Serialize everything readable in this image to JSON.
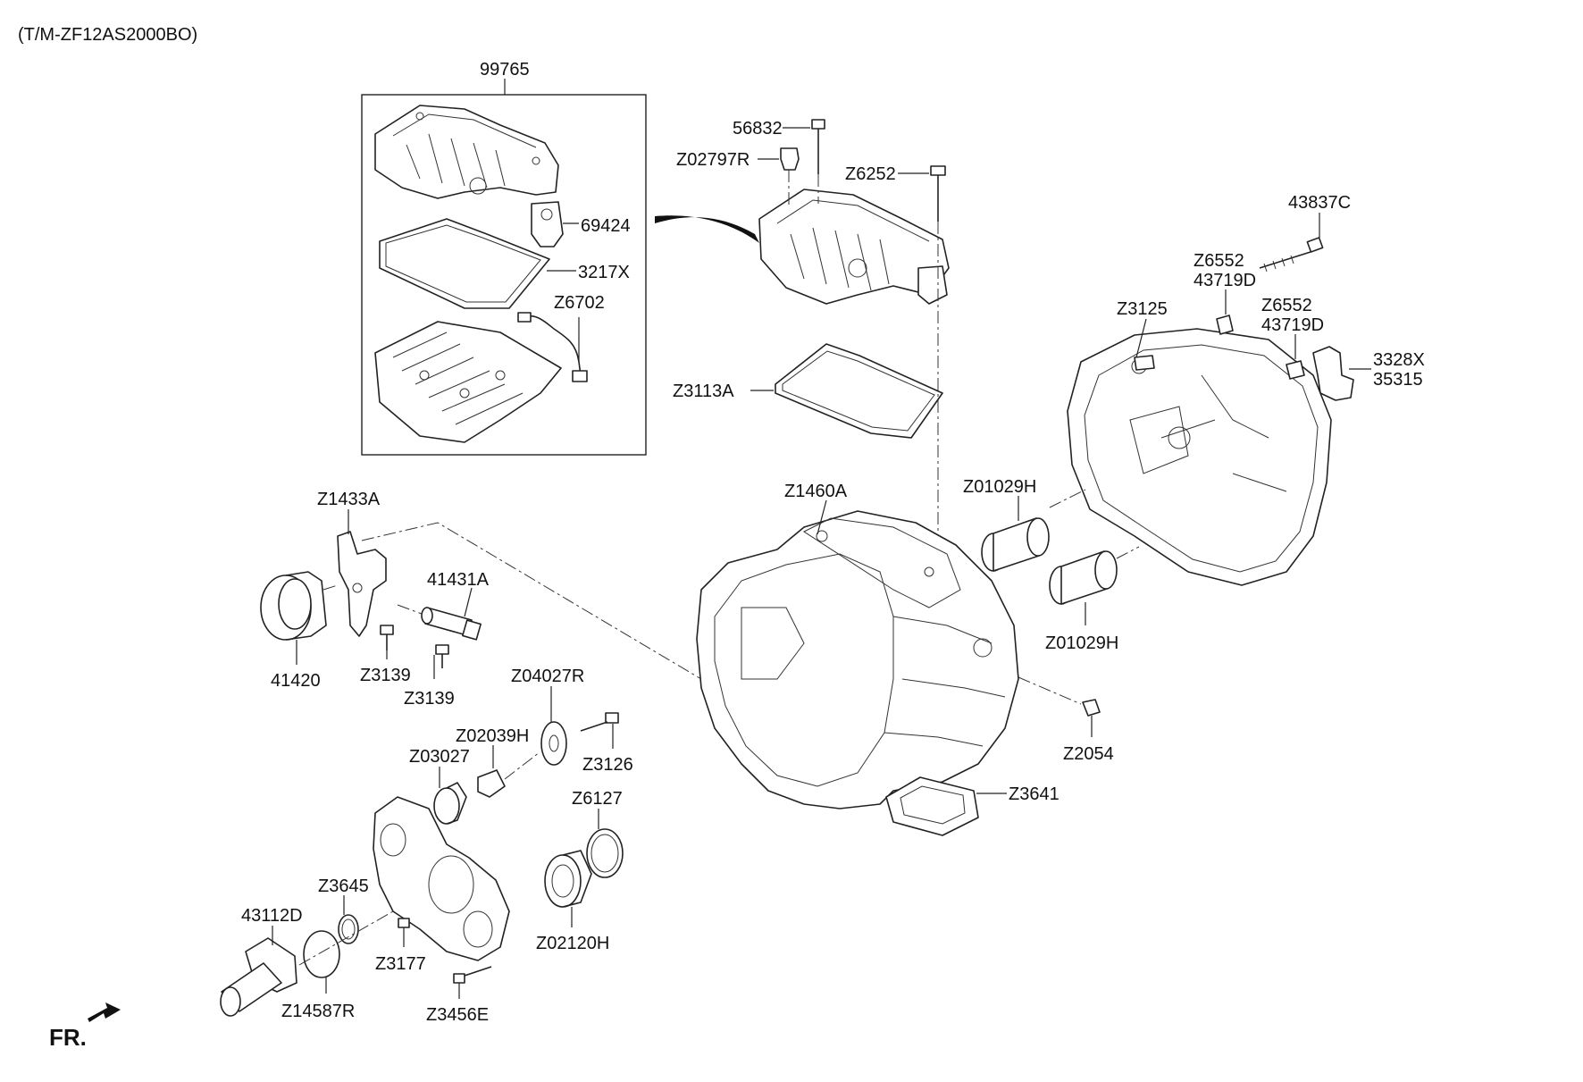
{
  "header": {
    "model_code": "(T/M-ZF12AS2000BO)"
  },
  "direction_marker": {
    "label": "FR."
  },
  "callouts": {
    "c99765": "99765",
    "c69424": "69424",
    "c3217X": "3217X",
    "cZ6702": "Z6702",
    "c56832": "56832",
    "cZ02797R": "Z02797R",
    "cZ6252": "Z6252",
    "c43837C": "43837C",
    "cZ6552a": "Z6552",
    "c43719Da": "43719D",
    "cZ3125": "Z3125",
    "cZ6552b": "Z6552",
    "c43719Db": "43719D",
    "c3328X": "3328X",
    "c35315": "35315",
    "cZ3113A": "Z3113A",
    "cZ1460A": "Z1460A",
    "cZ01029Ha": "Z01029H",
    "cZ01029Hb": "Z01029H",
    "cZ1433A": "Z1433A",
    "c41431A": "41431A",
    "c41420": "41420",
    "cZ3139a": "Z3139",
    "cZ3139b": "Z3139",
    "cZ04027R": "Z04027R",
    "cZ02039H": "Z02039H",
    "cZ3126": "Z3126",
    "cZ03027": "Z03027",
    "cZ6127": "Z6127",
    "cZ2054": "Z2054",
    "cZ3641": "Z3641",
    "cZ3645": "Z3645",
    "c43112D": "43112D",
    "cZ3177": "Z3177",
    "cZ02120H": "Z02120H",
    "cZ14587R": "Z14587R",
    "cZ3456E": "Z3456E"
  }
}
